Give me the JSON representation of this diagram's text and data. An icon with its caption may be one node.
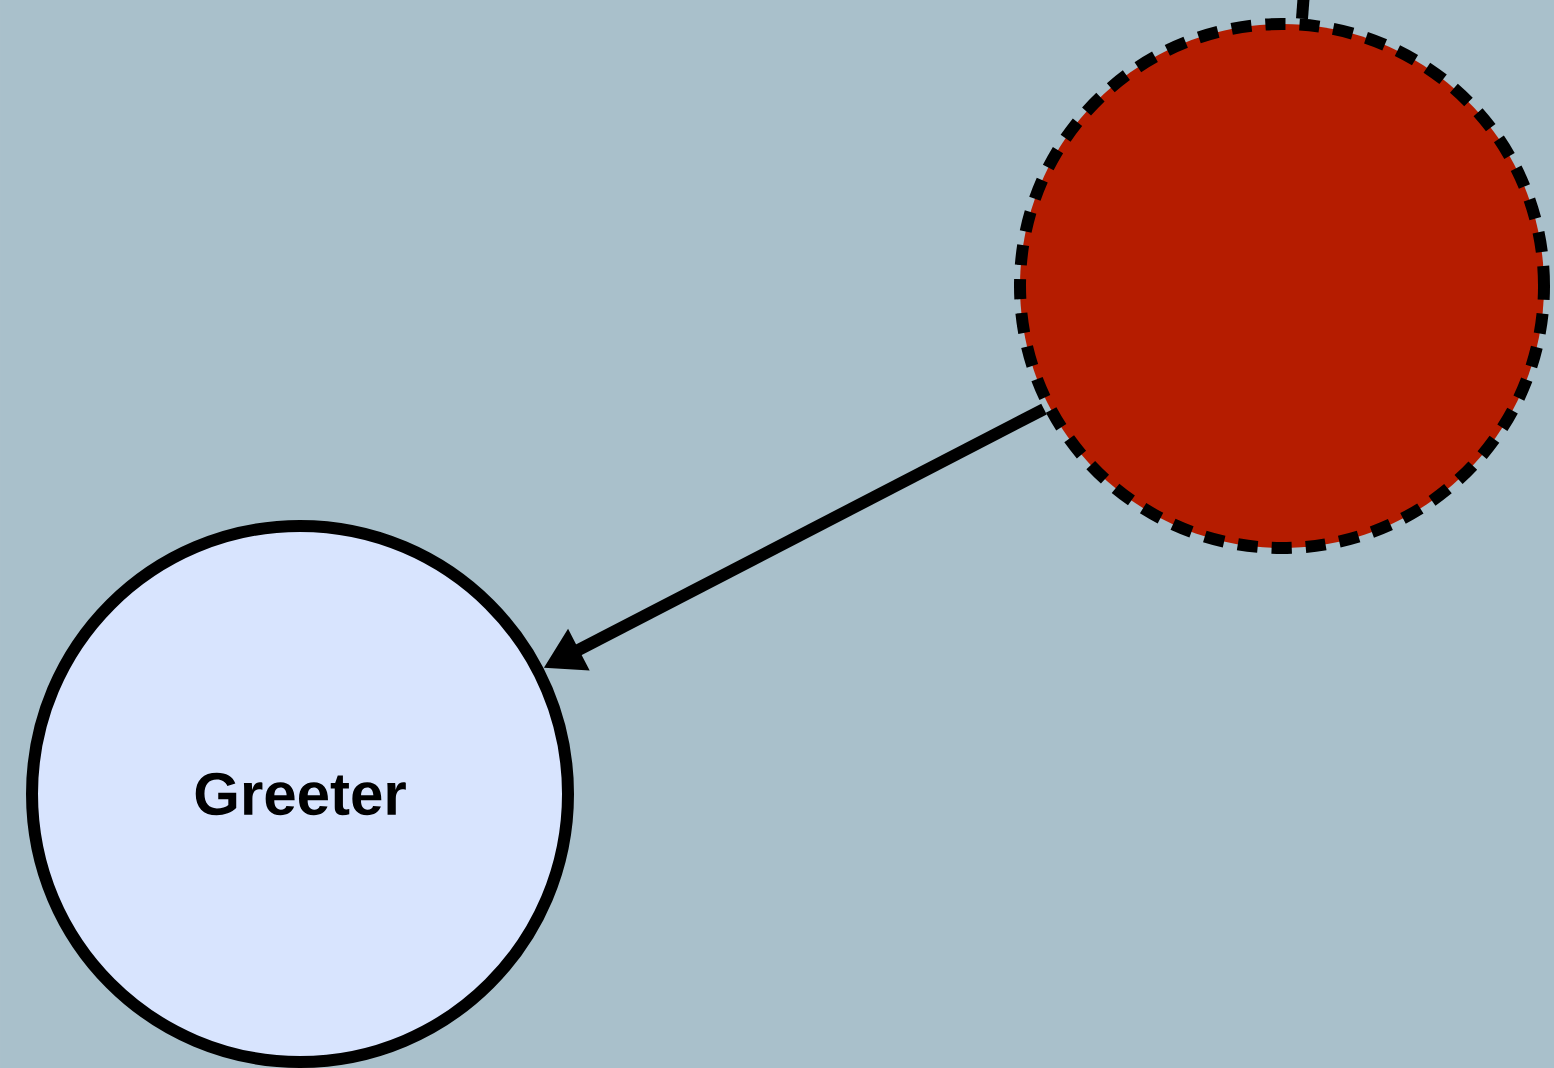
{
  "diagram": {
    "nodes": [
      {
        "text": [],
        "shape": "circle"
      },
      {
        "text": [
          "Greeter"
        ]
      }
    ],
    "edges": [
      {
        "from": null,
        "to": 0,
        "arrow": "none"
      },
      {
        "from": 0,
        "to": 1,
        "arrow": "to"
      }
    ]
  }
}
